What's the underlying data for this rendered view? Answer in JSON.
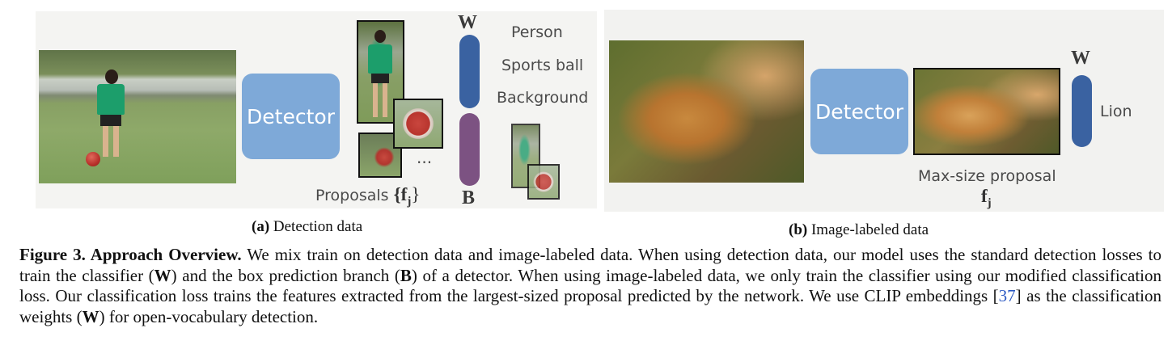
{
  "panel_a": {
    "detector_label": "Detector",
    "classifier_symbol": "W",
    "box_branch_symbol": "B",
    "classes": [
      "Person",
      "Sports ball",
      "Background"
    ],
    "ellipsis": "...",
    "proposals_label": "Proposals",
    "proposals_symbol": "{f",
    "proposals_subscript": "j",
    "proposals_close": "}",
    "sub_caption_letter": "(a)",
    "sub_caption_text": " Detection data"
  },
  "panel_b": {
    "detector_label": "Detector",
    "classifier_symbol": "W",
    "class_label": "Lion",
    "proposal_label": "Max-size proposal",
    "feature_symbol": "f",
    "feature_subscript": "j",
    "sub_caption_letter": "(b)",
    "sub_caption_text": " Image-labeled data"
  },
  "caption": {
    "figure_label": "Figure 3. Approach Overview.",
    "part1": " We mix train on detection data and image-labeled data. When using detection data, our model uses the standard detection losses to train the classifier (",
    "sym_w1": "W",
    "part2": ") and the box prediction branch (",
    "sym_b": "B",
    "part3": ") of a detector. When using image-labeled data, we only train the classifier using our modified classification loss. Our classification loss trains the features extracted from the largest-sized proposal predicted by the network. We use CLIP embeddings [",
    "citation": "37",
    "part4": "] as the classification weights (",
    "sym_w2": "W",
    "part5": ") for open-vocabulary detection."
  },
  "colors": {
    "detector_fill": "#7ea9d8",
    "classifier_bar": "#3a62a1",
    "box_branch_bar": "#7c5282",
    "citation": "#2b59c3"
  }
}
